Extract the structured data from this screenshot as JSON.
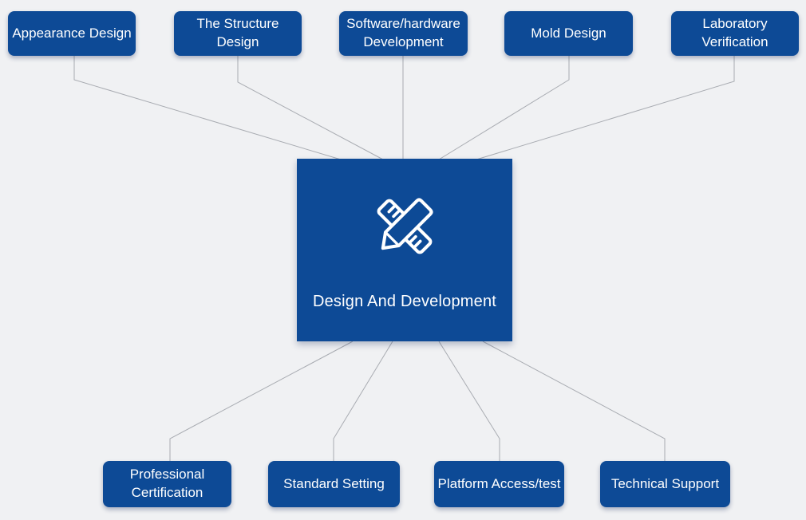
{
  "canvas": {
    "background": "#f0f1f3"
  },
  "colors": {
    "node_blue": "#0d4a96",
    "connector_gray": "#a9acb2",
    "text_white": "#ffffff"
  },
  "center": {
    "label": "Design And Development",
    "icon": "ruler-pencil-icon"
  },
  "top_nodes": [
    {
      "label": "Appearance Design"
    },
    {
      "label": "The Structure Design"
    },
    {
      "label": "Software/hardware Development"
    },
    {
      "label": "Mold Design"
    },
    {
      "label": "Laboratory Verification"
    }
  ],
  "bottom_nodes": [
    {
      "label": "Professional Certification"
    },
    {
      "label": "Standard Setting"
    },
    {
      "label": "Platform Access/test"
    },
    {
      "label": "Technical Support"
    }
  ]
}
